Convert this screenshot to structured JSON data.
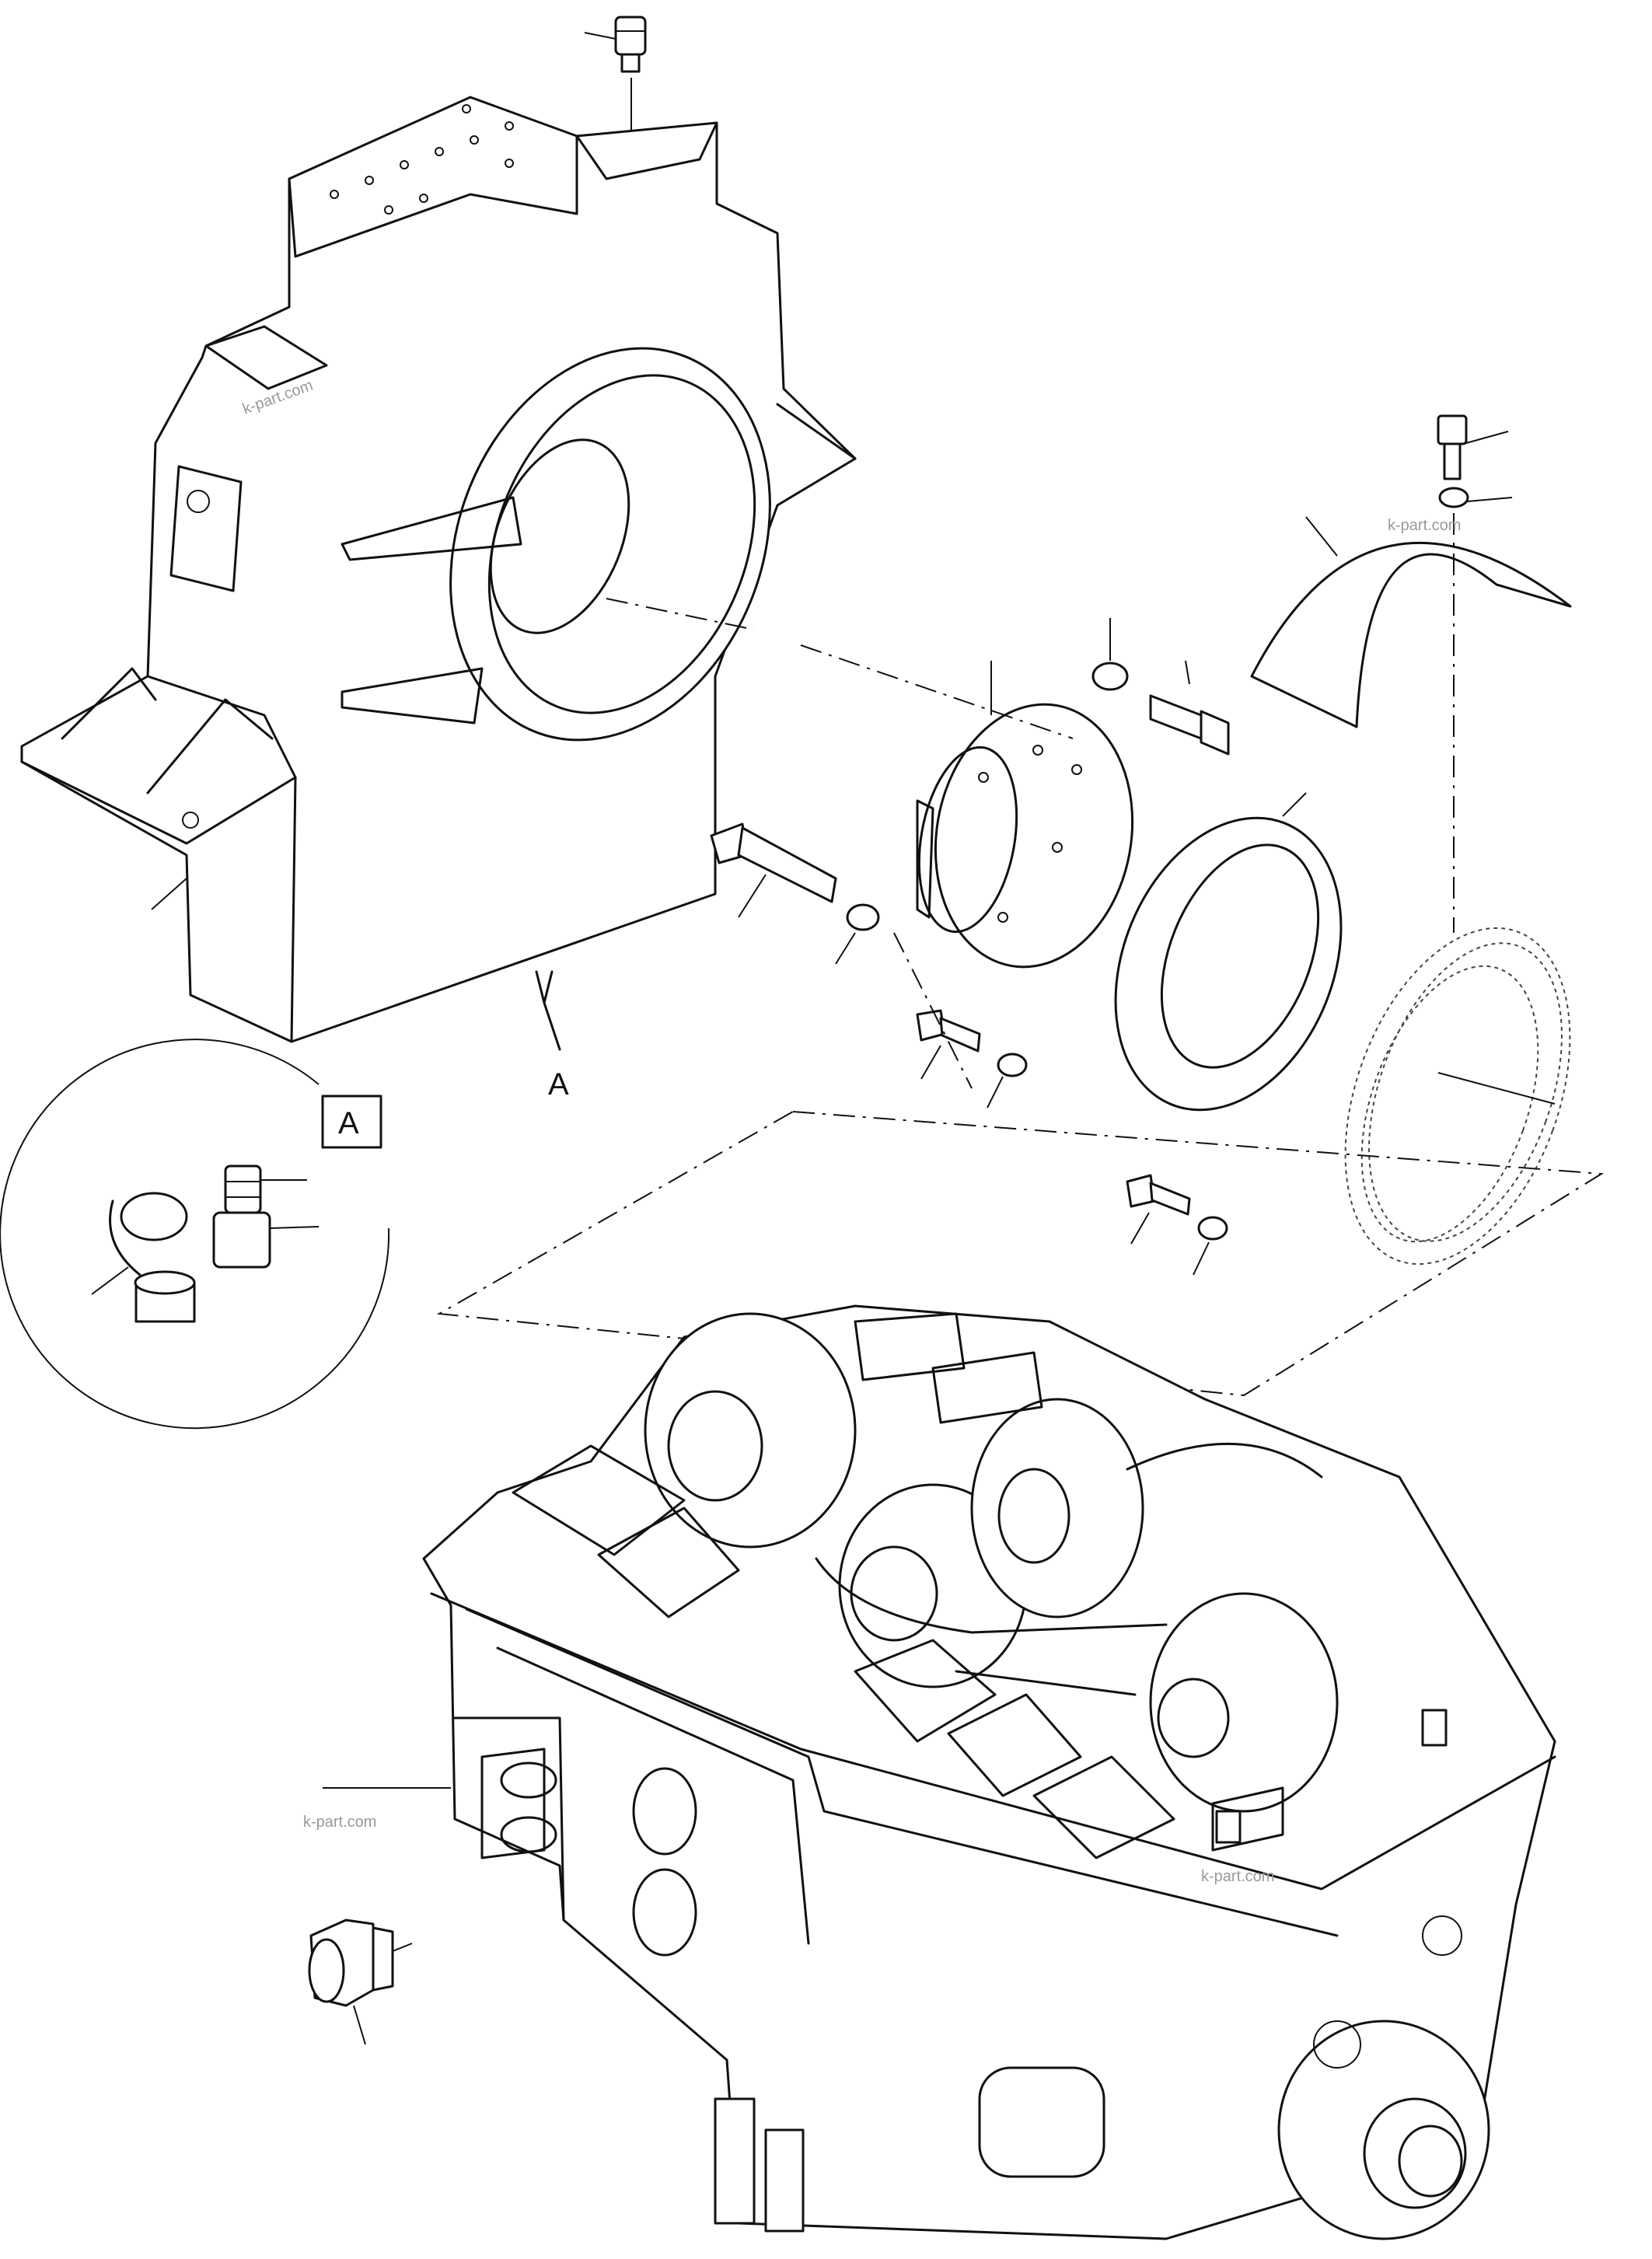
{
  "labels": {
    "view_arrow": "A",
    "detail_box": "A"
  },
  "watermarks": [
    "k-part.com",
    "k-part.com",
    "k-part.com",
    "k-part.com"
  ],
  "colors": {
    "line": "#111111",
    "background": "#ffffff",
    "watermark": "#999999"
  }
}
